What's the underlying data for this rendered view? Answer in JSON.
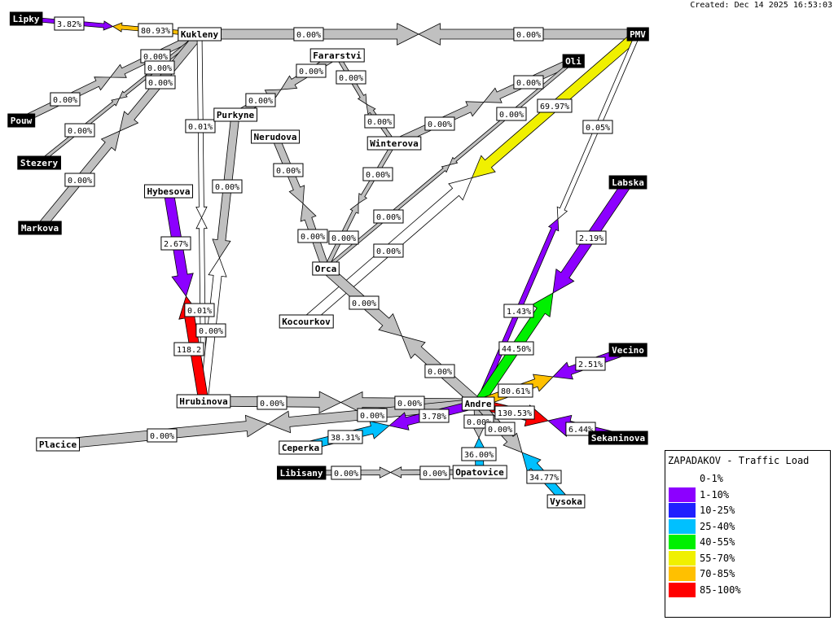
{
  "created": "Created: Dec 14 2025 16:53:03",
  "legend": {
    "title": "ZAPADAKOV - Traffic Load",
    "items": [
      {
        "label": "0-1%",
        "color": "#ffffff"
      },
      {
        "label": "1-10%",
        "color": "#8c00ff"
      },
      {
        "label": "10-25%",
        "color": "#2020ff"
      },
      {
        "label": "25-40%",
        "color": "#00c0ff"
      },
      {
        "label": "40-55%",
        "color": "#00f000"
      },
      {
        "label": "55-70%",
        "color": "#f0f000"
      },
      {
        "label": "70-85%",
        "color": "#ffc000"
      },
      {
        "label": "85-100%",
        "color": "#ff0000"
      }
    ]
  },
  "nodes": [
    {
      "id": "Lipky",
      "label": "Lipky",
      "style": "dark"
    },
    {
      "id": "Kukleny",
      "label": "Kukleny",
      "style": "light"
    },
    {
      "id": "PMV",
      "label": "PMV",
      "style": "dark"
    },
    {
      "id": "Oli",
      "label": "Oli",
      "style": "dark"
    },
    {
      "id": "Fararstvi",
      "label": "Fararstvi",
      "style": "light"
    },
    {
      "id": "Pouw",
      "label": "Pouw",
      "style": "dark"
    },
    {
      "id": "Stezery",
      "label": "Stezery",
      "style": "dark"
    },
    {
      "id": "Markova",
      "label": "Markova",
      "style": "dark"
    },
    {
      "id": "Purkyne",
      "label": "Purkyne",
      "style": "light"
    },
    {
      "id": "Nerudova",
      "label": "Nerudova",
      "style": "light"
    },
    {
      "id": "Winterova",
      "label": "Winterova",
      "style": "light"
    },
    {
      "id": "Hybesova",
      "label": "Hybesova",
      "style": "light"
    },
    {
      "id": "Labska",
      "label": "Labska",
      "style": "dark"
    },
    {
      "id": "Orca",
      "label": "Orca",
      "style": "light"
    },
    {
      "id": "Kocourkov",
      "label": "Kocourkov",
      "style": "light"
    },
    {
      "id": "Vecino",
      "label": "Vecino",
      "style": "dark"
    },
    {
      "id": "Hrubinova",
      "label": "Hrubinova",
      "style": "light"
    },
    {
      "id": "Andre",
      "label": "Andre",
      "style": "light"
    },
    {
      "id": "Sekaninova",
      "label": "Sekaninova",
      "style": "dark"
    },
    {
      "id": "Placice",
      "label": "Placice",
      "style": "light"
    },
    {
      "id": "Ceperka",
      "label": "Ceperka",
      "style": "light"
    },
    {
      "id": "Libisany",
      "label": "Libisany",
      "style": "dark"
    },
    {
      "id": "Opatovice",
      "label": "Opatovice",
      "style": "light"
    },
    {
      "id": "Vysoka",
      "label": "Vysoka",
      "style": "light"
    }
  ],
  "links": [
    {
      "a": "Lipky",
      "b": "Kukleny",
      "out": "3.82%",
      "in": "80.93%",
      "out_color": "#8c00ff",
      "in_color": "#ffc000"
    },
    {
      "a": "Kukleny",
      "b": "PMV",
      "out": "0.00%",
      "in": "0.00%",
      "out_color": "#c0c0c0",
      "in_color": "#c0c0c0"
    },
    {
      "a": "Kukleny",
      "b": "Pouw",
      "out": "0.00%",
      "in": "0.00%",
      "out_color": "#c0c0c0",
      "in_color": "#c0c0c0"
    },
    {
      "a": "Kukleny",
      "b": "Stezery",
      "out": "0.00%",
      "in": "0.00%",
      "out_color": "#c0c0c0",
      "in_color": "#c0c0c0"
    },
    {
      "a": "Kukleny",
      "b": "Markova",
      "out": "0.00%",
      "in": "0.00%",
      "out_color": "#c0c0c0",
      "in_color": "#c0c0c0"
    },
    {
      "a": "Kukleny",
      "b": "Hrubinova",
      "out": "0.01%",
      "in": "0.01%",
      "out_color": "#ffffff",
      "in_color": "#ffffff"
    },
    {
      "a": "Fararstvi",
      "b": "Purkyne",
      "out": "0.00%",
      "in": "0.00%",
      "out_color": "#c0c0c0",
      "in_color": "#c0c0c0"
    },
    {
      "a": "Fararstvi",
      "b": "Winterova",
      "out": "0.00%",
      "in": "0.00%",
      "out_color": "#c0c0c0",
      "in_color": "#c0c0c0"
    },
    {
      "a": "Oli",
      "b": "Winterova",
      "out": "0.00%",
      "in": "0.00%",
      "out_color": "#c0c0c0",
      "in_color": "#c0c0c0"
    },
    {
      "a": "Oli",
      "b": "Orca",
      "out": "0.00%",
      "in": "0.00%",
      "out_color": "#c0c0c0",
      "in_color": "#c0c0c0"
    },
    {
      "a": "PMV",
      "b": "Kocourkov",
      "out": "69.97%",
      "in": "0.00%",
      "out_color": "#f0f000",
      "in_color": "#ffffff"
    },
    {
      "a": "PMV",
      "b": "Andre",
      "out": "0.05%",
      "in": "1.43%",
      "out_color": "#ffffff",
      "in_color": "#8c00ff"
    },
    {
      "a": "Purkyne",
      "b": "Hrubinova",
      "out": "0.00%",
      "in": "0.00%",
      "out_color": "#c0c0c0",
      "in_color": "#ffffff"
    },
    {
      "a": "Nerudova",
      "b": "Orca",
      "out": "0.00%",
      "in": "0.00%",
      "out_color": "#c0c0c0",
      "in_color": "#c0c0c0"
    },
    {
      "a": "Winterova",
      "b": "Orca",
      "out": "0.00%",
      "in": "0.00%",
      "out_color": "#c0c0c0",
      "in_color": "#c0c0c0"
    },
    {
      "a": "Hybesova",
      "b": "Hrubinova",
      "out": "2.67%",
      "in": "118.2",
      "out_color": "#8c00ff",
      "in_color": "#ff0000"
    },
    {
      "a": "Labska",
      "b": "Andre",
      "out": "2.19%",
      "in": "44.50%",
      "out_color": "#8c00ff",
      "in_color": "#00f000"
    },
    {
      "a": "Orca",
      "b": "Andre",
      "out": "0.00%",
      "in": "0.00%",
      "out_color": "#c0c0c0",
      "in_color": "#c0c0c0"
    },
    {
      "a": "Vecino",
      "b": "Andre",
      "out": "2.51%",
      "in": "80.61%",
      "out_color": "#8c00ff",
      "in_color": "#ffc000"
    },
    {
      "a": "Hrubinova",
      "b": "Andre",
      "out": "0.00%",
      "in": "0.00%",
      "out_color": "#c0c0c0",
      "in_color": "#c0c0c0"
    },
    {
      "a": "Sekaninova",
      "b": "Andre",
      "out": "6.44%",
      "in": "130.53%",
      "out_color": "#8c00ff",
      "in_color": "#ff0000"
    },
    {
      "a": "Placice",
      "b": "Andre",
      "out": "0.00%",
      "in": "0.00%",
      "out_color": "#c0c0c0",
      "in_color": "#c0c0c0"
    },
    {
      "a": "Ceperka",
      "b": "Andre",
      "out": "38.31%",
      "in": "3.78%",
      "out_color": "#00c0ff",
      "in_color": "#8c00ff"
    },
    {
      "a": "Libisany",
      "b": "Opatovice",
      "out": "0.00%",
      "in": "0.00%",
      "out_color": "#c0c0c0",
      "in_color": "#c0c0c0"
    },
    {
      "a": "Opatovice",
      "b": "Andre",
      "out": "36.00%",
      "in": "0.00%",
      "out_color": "#00c0ff",
      "in_color": "#c0c0c0"
    },
    {
      "a": "Vysoka",
      "b": "Andre",
      "out": "34.77%",
      "in": "0.00%",
      "out_color": "#00c0ff",
      "in_color": "#c0c0c0"
    }
  ]
}
